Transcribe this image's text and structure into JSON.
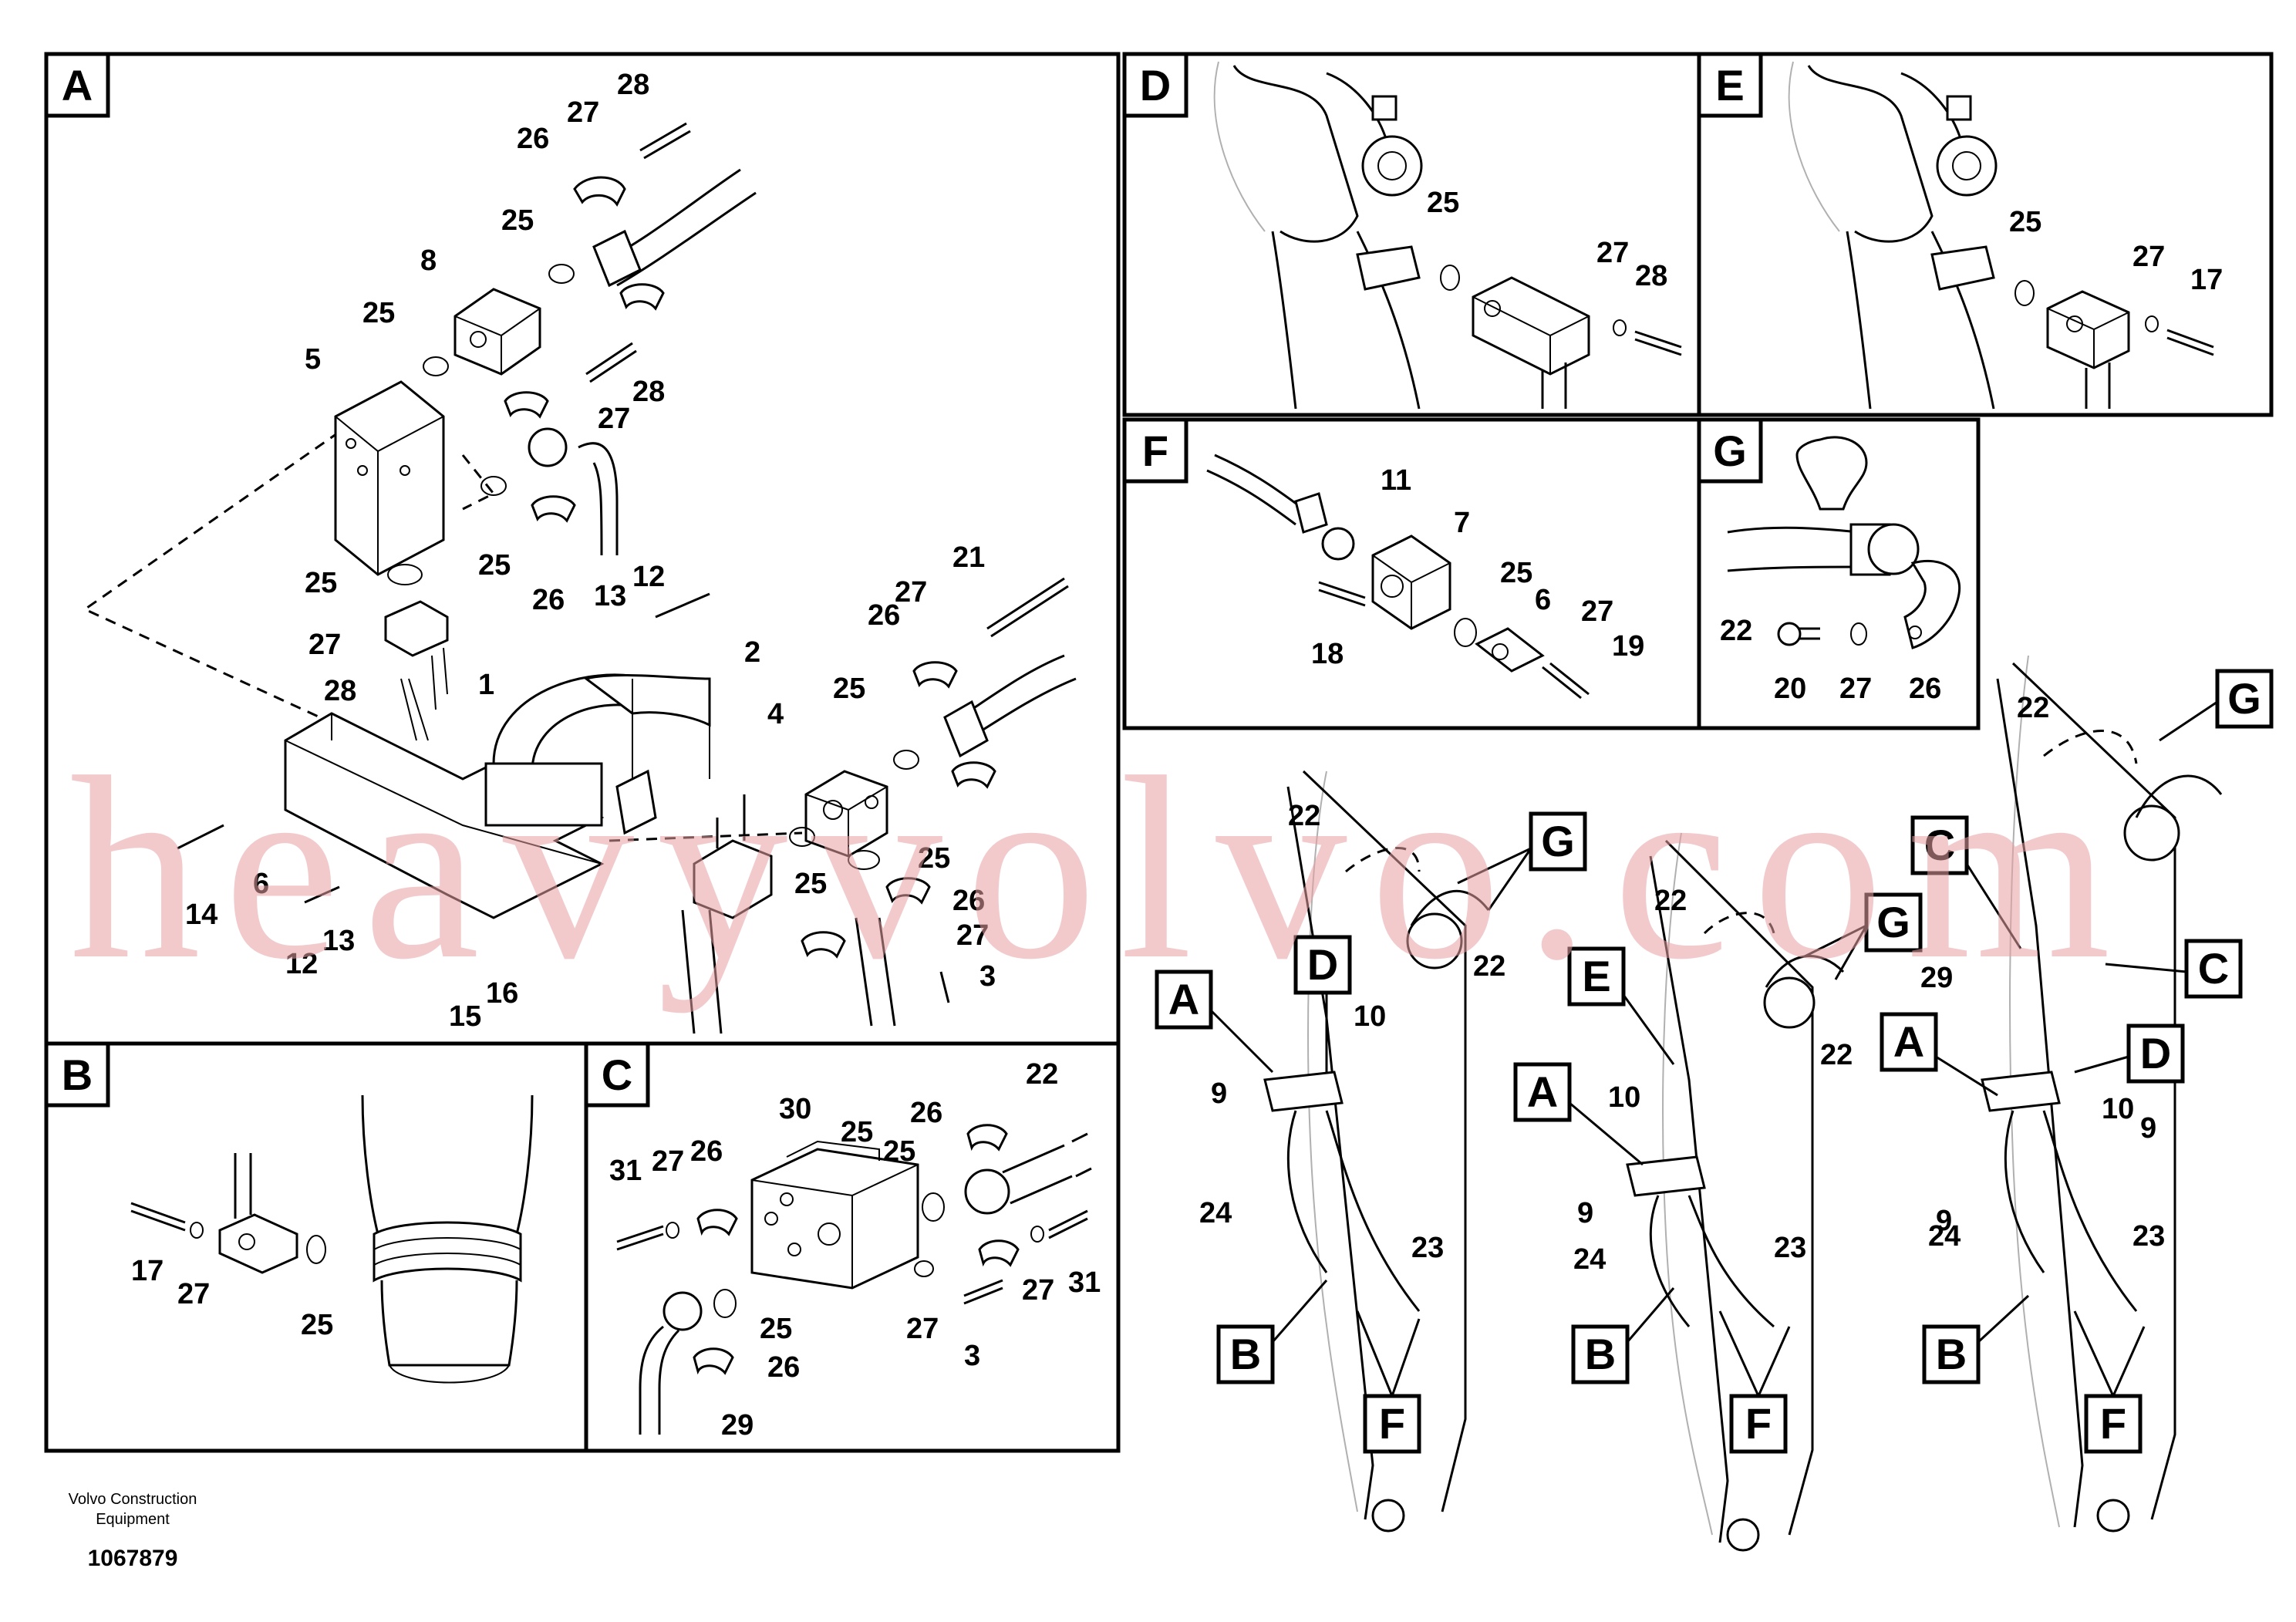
{
  "panels": [
    {
      "key": "panelA",
      "label": "A"
    },
    {
      "key": "panelB",
      "label": "B"
    },
    {
      "key": "panelC",
      "label": "C"
    },
    {
      "key": "panelD",
      "label": "D"
    },
    {
      "key": "panelE",
      "label": "E"
    },
    {
      "key": "panelF",
      "label": "F"
    },
    {
      "key": "panelG",
      "label": "G"
    }
  ],
  "callouts": {
    "A": [
      "28",
      "27",
      "26",
      "25",
      "8",
      "25",
      "5",
      "28",
      "27",
      "25",
      "25",
      "26",
      "12",
      "21",
      "13",
      "2",
      "27",
      "27",
      "26",
      "1",
      "25",
      "4",
      "28",
      "25",
      "14",
      "6",
      "13",
      "12",
      "25",
      "26",
      "27",
      "3",
      "15",
      "16"
    ],
    "B": [
      "17",
      "27",
      "25"
    ],
    "C": [
      "30",
      "22",
      "26",
      "31",
      "27",
      "26",
      "25",
      "25",
      "25",
      "27",
      "31",
      "27",
      "26",
      "3",
      "29"
    ],
    "D": [
      "25",
      "27",
      "28"
    ],
    "E": [
      "25",
      "27",
      "17"
    ],
    "F": [
      "11",
      "7",
      "25",
      "6",
      "27",
      "18",
      "19"
    ],
    "G": [
      "22",
      "20",
      "27",
      "26"
    ],
    "overview": [
      "22",
      "22",
      "22",
      "22",
      "22",
      "10",
      "10",
      "10",
      "9",
      "9",
      "9",
      "24",
      "24",
      "24",
      "23",
      "23",
      "23",
      "29"
    ]
  },
  "overview_tags": [
    "A",
    "B",
    "D",
    "E",
    "F",
    "G",
    "C"
  ],
  "watermark": "heavyvolvo.com",
  "footer": {
    "company_line1": "Volvo Construction",
    "company_line2": "Equipment",
    "doc_number": "1067879"
  }
}
